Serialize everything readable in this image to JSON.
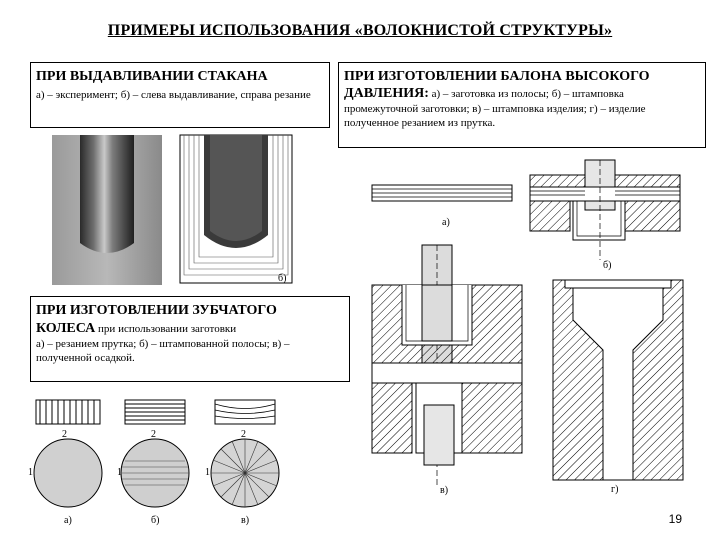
{
  "slide": {
    "title": "ПРИМЕРЫ  ИСПОЛЬЗОВАНИЯ  «ВОЛОКНИСТОЙ  СТРУКТУРЫ»",
    "page_number": "19"
  },
  "section_cup": {
    "heading": "ПРИ ВЫДАВЛИВАНИИ СТАКАНА",
    "text": "а) – эксперимент; б) – слева выдавливание, справа резание",
    "label_b": "б)"
  },
  "section_balloon": {
    "heading_line1": "ПРИ ИЗГОТОВЛЕНИИ БАЛОНА ВЫСОКОГО",
    "heading_line2": "ДАВЛЕНИЯ:",
    "text": " а) – заготовка из полосы; б) – штамповка промежуточной заготовки; в) – штамповка изделия; г) – изделие  полученное резанием из прутка.",
    "labels": [
      "а)",
      "б)",
      "в)",
      "г)"
    ]
  },
  "section_gear": {
    "heading_line1": "ПРИ ИЗГОТОВЛЕНИИ ЗУБЧАТОГО",
    "heading_line2": "КОЛЕСА",
    "heading_suffix": " при использовании заготовки",
    "text": "а) – резанием прутка; б) – штампованной полосы; в) – полученной осадкой.",
    "labels": [
      "а)",
      "б)",
      "в)"
    ],
    "marks": [
      "1",
      "2"
    ]
  }
}
